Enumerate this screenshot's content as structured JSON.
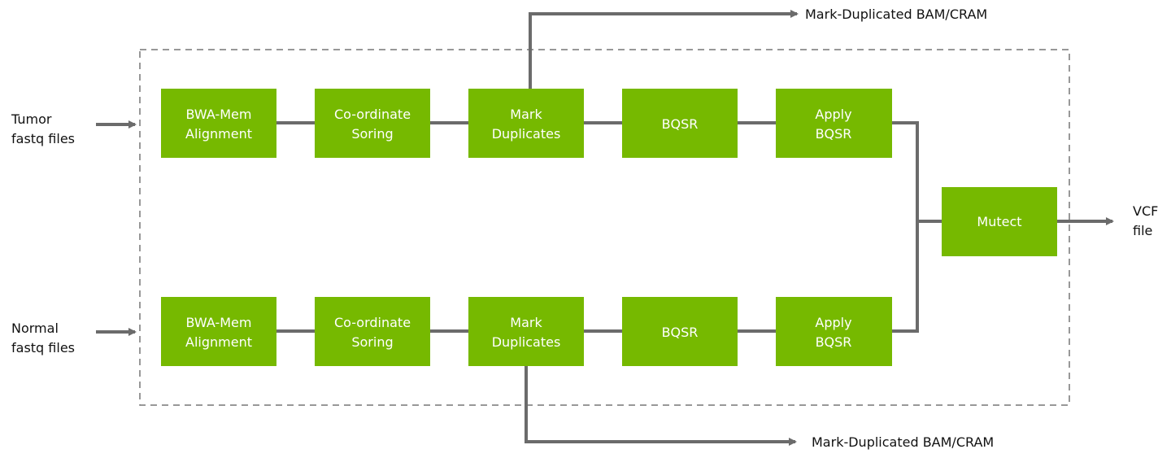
{
  "colors": {
    "box_fill": "#76b900",
    "line": "#6b6b6b",
    "label_text": "#ffffff",
    "io_text": "#111111",
    "group_border": "#777777"
  },
  "inputs": {
    "tumor": {
      "line1": "Tumor",
      "line2": "fastq files"
    },
    "normal": {
      "line1": "Normal",
      "line2": "fastq files"
    }
  },
  "tumor_pipeline": [
    {
      "line1": "BWA-Mem",
      "line2": "Alignment"
    },
    {
      "line1": "Co-ordinate",
      "line2": "Soring"
    },
    {
      "line1": "Mark",
      "line2": "Duplicates"
    },
    {
      "line1": "BQSR",
      "line2": ""
    },
    {
      "line1": "Apply",
      "line2": "BQSR"
    }
  ],
  "normal_pipeline": [
    {
      "line1": "BWA-Mem",
      "line2": "Alignment"
    },
    {
      "line1": "Co-ordinate",
      "line2": "Soring"
    },
    {
      "line1": "Mark",
      "line2": "Duplicates"
    },
    {
      "line1": "BQSR",
      "line2": ""
    },
    {
      "line1": "Apply",
      "line2": "BQSR"
    }
  ],
  "merge_step": {
    "label": "Mutect"
  },
  "outputs": {
    "tumor_markdup": "Mark-Duplicated BAM/CRAM",
    "normal_markdup": "Mark-Duplicated BAM/CRAM",
    "vcf": {
      "line1": "VCF",
      "line2": "file"
    }
  }
}
